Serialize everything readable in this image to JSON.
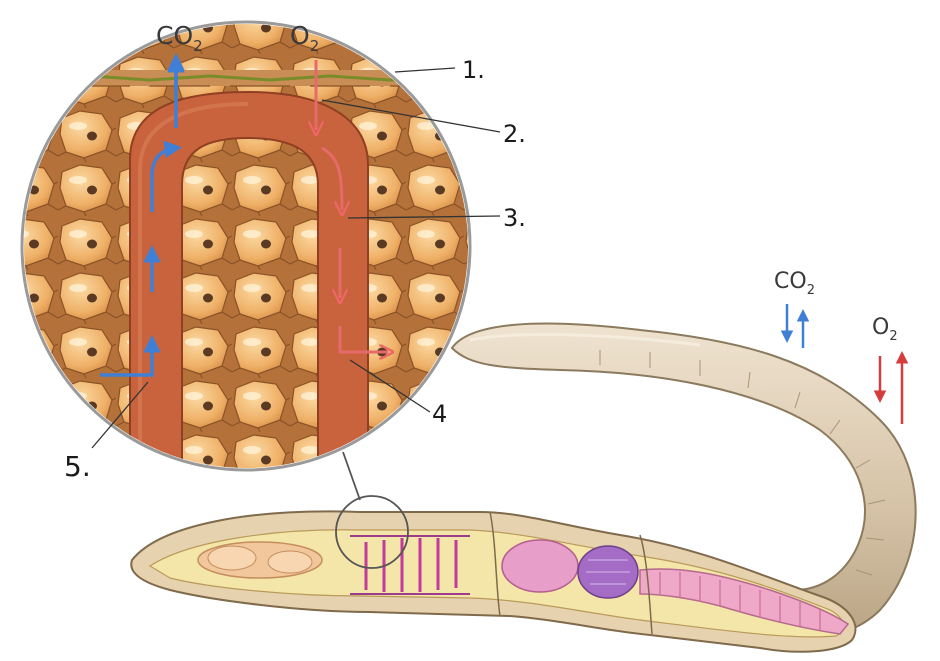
{
  "gas_labels": {
    "co2_main": "CO",
    "co2_main_sub": "2",
    "o2_main": "O",
    "o2_main_sub": "2",
    "co2_side": "CO",
    "co2_side_sub": "2",
    "o2_side": "O",
    "o2_side_sub": "2"
  },
  "callouts": {
    "c1": "1.",
    "c2": "2.",
    "c3": "3.",
    "c4": "4",
    "c5": "5."
  },
  "colors": {
    "co2_arrow": "#3f7fd6",
    "o2_arrow": "#d63c3c",
    "capillary": "#c9633e",
    "tissue_cell": "#f0b56e",
    "tissue_bg": "#b9763a",
    "nucleus": "#5a3a22",
    "worm_skin": "#d8c6ad",
    "worm_gut": "#e9a3c4",
    "crop": "#a46cc4"
  }
}
